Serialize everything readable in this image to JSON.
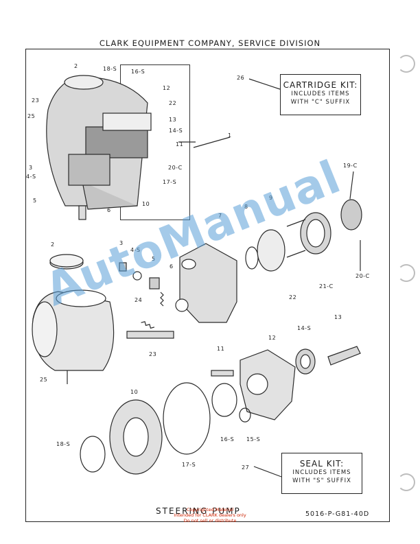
{
  "header": {
    "title": "CLARK EQUIPMENT COMPANY, SERVICE DIVISION"
  },
  "cartridge_kit": {
    "title": "CARTRIDGE KIT:",
    "line1": "INCLUDES ITEMS",
    "line2": "WITH \"C\" SUFFIX"
  },
  "seal_kit": {
    "title": "SEAL KIT:",
    "line1": "INCLUDES ITEMS",
    "line2": "WITH \"S\" SUFFIX"
  },
  "callouts": {
    "c2a": "2",
    "c18s_a": "18-S",
    "c16s_a": "16-S",
    "c12a": "12",
    "c22a": "22",
    "c13a": "13",
    "c14s_a": "14-S",
    "c23a": "23",
    "c25a": "25",
    "c26": "26",
    "c1": "1",
    "c11a": "11",
    "c20c_a": "20-C",
    "c17s_a": "17-S",
    "c10a": "10",
    "c3a": "3",
    "c4s_a": "4-S",
    "c5a": "5",
    "c6a": "6",
    "c19c": "19-C",
    "c9": "9",
    "c8": "8",
    "c7": "7",
    "c2b": "2",
    "c3b": "3",
    "c4s_b": "4-S",
    "c5b": "5",
    "c6b": "6",
    "c20c_b": "20-C",
    "c21c": "21-C",
    "c22b": "22",
    "c24": "24",
    "c23b": "23",
    "c14s_b": "14-S",
    "c13b": "13",
    "c12b": "12",
    "c11b": "11",
    "c25b": "25",
    "c10b": "10",
    "c16s_b": "16-S",
    "c15s": "15-S",
    "c18s_b": "18-S",
    "c17s_b": "17-S",
    "c27": "27"
  },
  "footer": {
    "title": "STEERING PUMP",
    "code": "5016-P-G81-40D"
  },
  "notice": {
    "line1": "Copyrighted Material",
    "line2": "Intended for CLARK dealers only",
    "line3": "Do not sell or distribute"
  },
  "watermark": "AutoManual"
}
